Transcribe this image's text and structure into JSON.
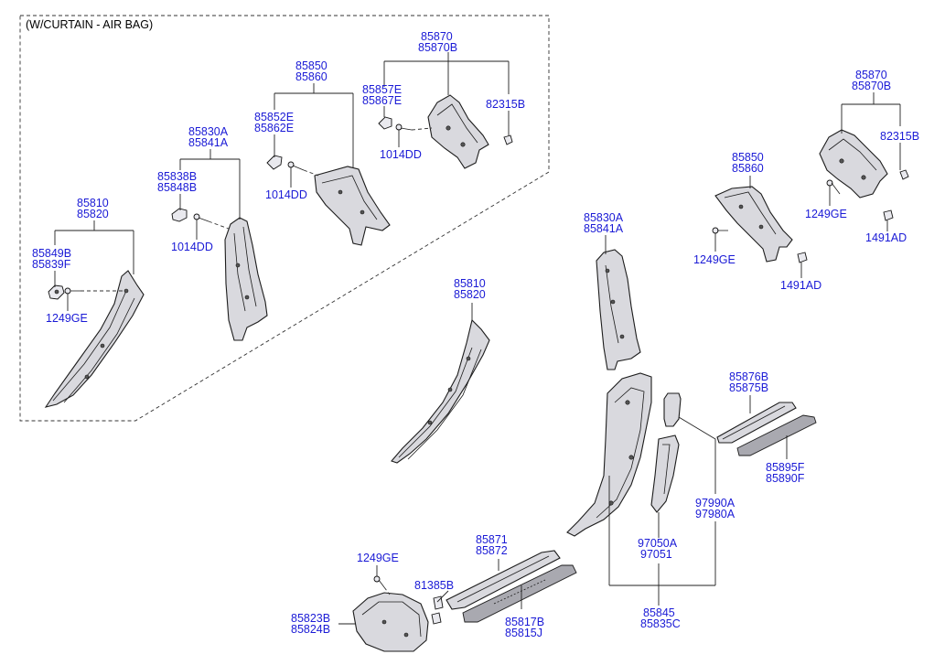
{
  "diagram": {
    "section_label": "(W/CURTAIN - AIR BAG)",
    "labels": {
      "L85870_left": [
        "85870",
        "85870B"
      ],
      "L85857E": [
        "85857E",
        "85867E"
      ],
      "L82315B_left": [
        "82315B"
      ],
      "L1014DD_a": [
        "1014DD"
      ],
      "L85850_left": [
        "85850",
        "85860"
      ],
      "L85852E": [
        "85852E",
        "85862E"
      ],
      "L1014DD_b": [
        "1014DD"
      ],
      "L85830A_left": [
        "85830A",
        "85841A"
      ],
      "L85838B": [
        "85838B",
        "85848B"
      ],
      "L1014DD_c": [
        "1014DD"
      ],
      "L85810_left": [
        "85810",
        "85820"
      ],
      "L85849B": [
        "85849B",
        "85839F"
      ],
      "L1249GE_left": [
        "1249GE"
      ],
      "L85870_right": [
        "85870",
        "85870B"
      ],
      "L82315B_right": [
        "82315B"
      ],
      "L85850_right": [
        "85850",
        "85860"
      ],
      "L1249GE_r1": [
        "1249GE"
      ],
      "L1491AD_a": [
        "1491AD"
      ],
      "L1249GE_r2": [
        "1249GE"
      ],
      "L1491AD_b": [
        "1491AD"
      ],
      "L85830A_mid": [
        "85830A",
        "85841A"
      ],
      "L85810_mid": [
        "85810",
        "85820"
      ],
      "L85876B": [
        "85876B",
        "85875B"
      ],
      "L85895F": [
        "85895F",
        "85890F"
      ],
      "L97990A": [
        "97990A",
        "97980A"
      ],
      "L97050A": [
        "97050A",
        "97051"
      ],
      "L85845": [
        "85845",
        "85835C"
      ],
      "L85871": [
        "85871",
        "85872"
      ],
      "L81385B": [
        "81385B"
      ],
      "L1249GE_bot": [
        "1249GE"
      ],
      "L85823B": [
        "85823B",
        "85824B"
      ],
      "L85817B": [
        "85817B",
        "85815J"
      ]
    }
  }
}
